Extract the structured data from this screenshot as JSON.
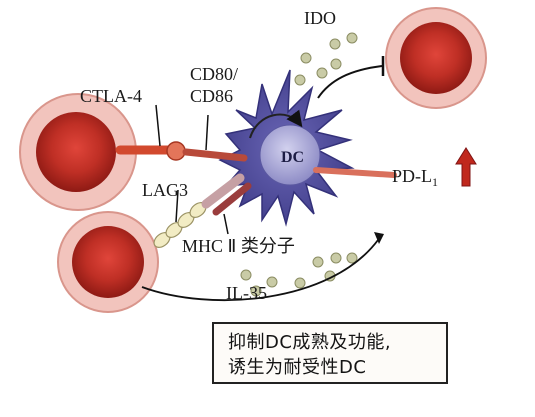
{
  "labels": {
    "ido": "IDO",
    "cd80_line1": "CD80/",
    "cd80_line2": "CD86",
    "ctla4": "CTLA-4",
    "dc": "DC",
    "pdl1": "PD-L",
    "pdl1_sub": "1",
    "lag3": "LAG3",
    "mhc": "MHC Ⅱ 类分子",
    "il35": "IL-35"
  },
  "caption": {
    "line1": "抑制DC成熟及功能,",
    "line2": "诱生为耐受性DC"
  },
  "colors": {
    "cell_outer": "#e8a9a0",
    "cell_inner": "#c63a2a",
    "dc_body": "#4e4b9a",
    "dc_nucleus": "#a7a6d6",
    "receptor_red": "#d2492e",
    "up_arrow": "#c0281d",
    "dots": "#b8bb8e"
  },
  "icons": {
    "up_arrow": "up-arrow-icon",
    "inhibit_arrow": "inhibition-arrow-icon"
  }
}
